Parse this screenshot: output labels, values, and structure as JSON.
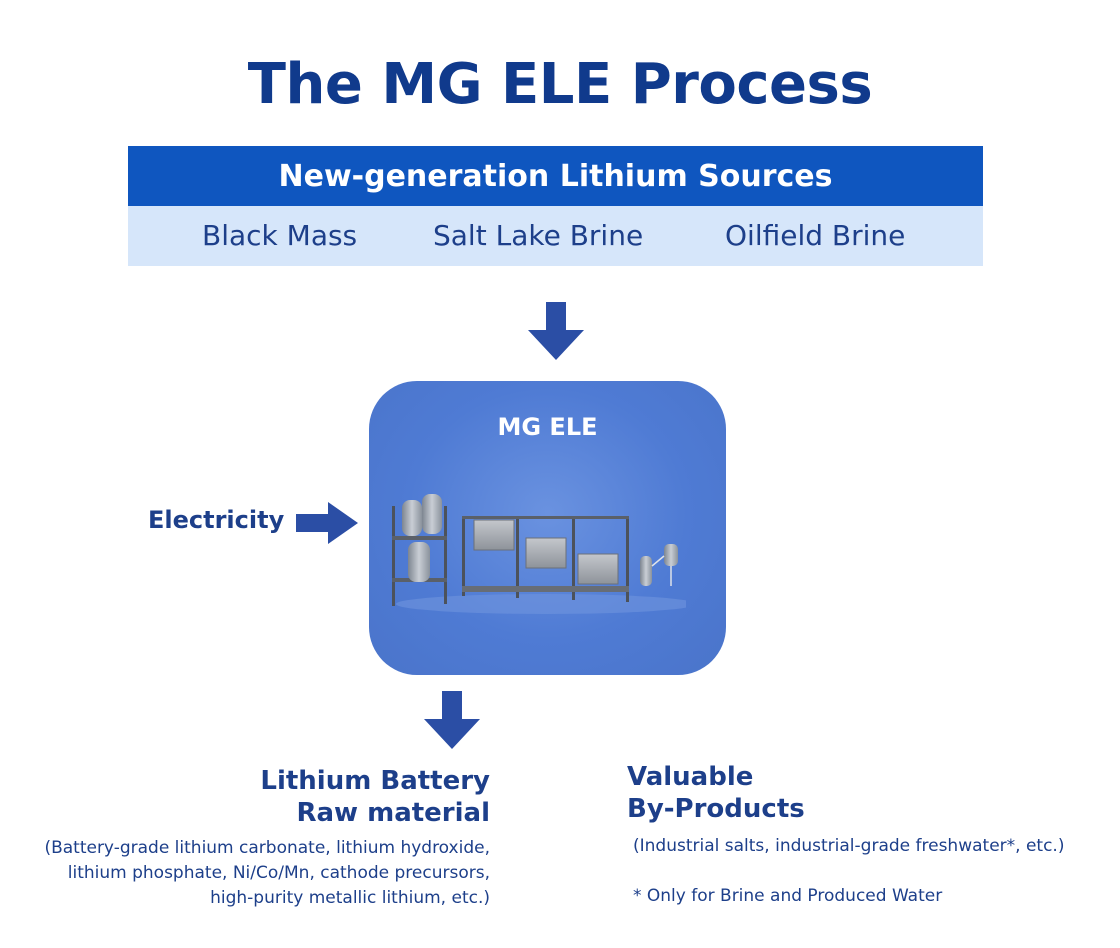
{
  "title": "The MG ELE Process",
  "sources": {
    "header": "New-generation Lithium Sources",
    "items": [
      "Black Mass",
      "Salt Lake Brine",
      "Oilfield Brine"
    ]
  },
  "process": {
    "label": "MG ELE"
  },
  "input": {
    "label": "Electricity"
  },
  "outputs": {
    "battery": {
      "title_line1": "Lithium Battery",
      "title_line2": "Raw material",
      "note_line1": "(Battery-grade lithium carbonate, lithium hydroxide,",
      "note_line2": "lithium phosphate, Ni/Co/Mn, cathode precursors,",
      "note_line3": "high-purity metallic lithium, etc.)"
    },
    "byproducts": {
      "title_line1": "Valuable",
      "title_line2": "By-Products",
      "note": "(Industrial salts, industrial-grade freshwater*, etc.)"
    }
  },
  "footnote": "* Only for Brine and Produced Water",
  "colors": {
    "title": "#103a8c",
    "header_bg": "#0f56bf",
    "row_bg": "#d6e6fa",
    "box_bg": "#4f7bd4",
    "arrow": "#2b4ea5",
    "text": "#1d3f8a"
  },
  "icons": [
    "arrow-down-icon",
    "arrow-right-icon",
    "arrow-down-icon"
  ]
}
